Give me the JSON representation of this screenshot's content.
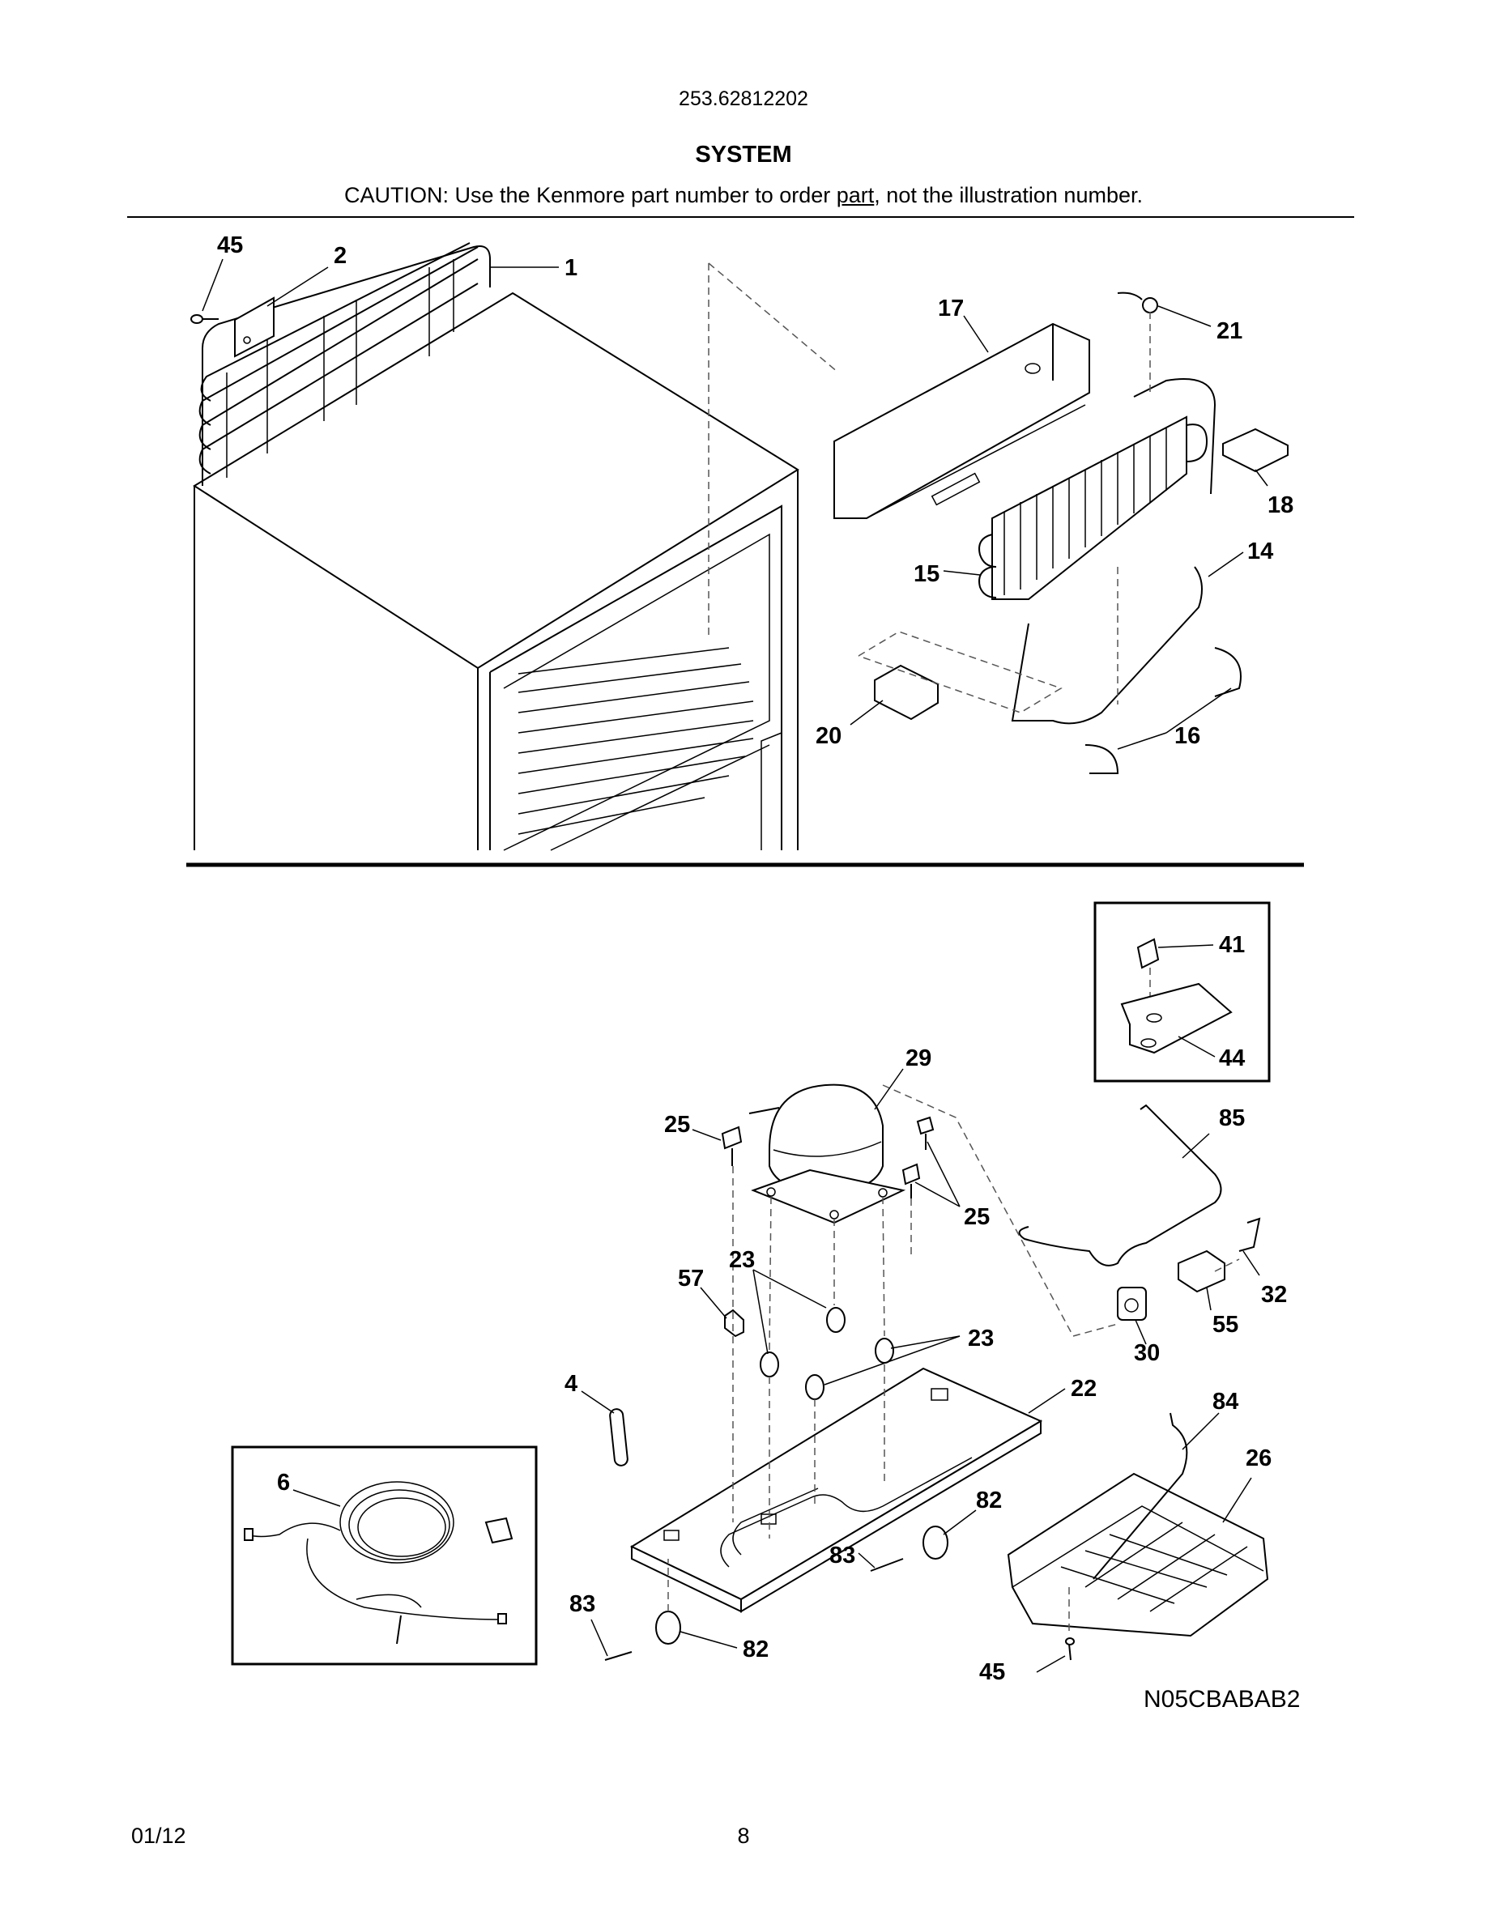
{
  "header": {
    "model_number": "253.62812202",
    "section_title": "SYSTEM",
    "caution_prefix": "CAUTION: Use the Kenmore part number to order ",
    "caution_underlined": "part",
    "caution_suffix": ", not the illustration number."
  },
  "callouts": {
    "c45a": "45",
    "c2": "2",
    "c1": "1",
    "c17": "17",
    "c21": "21",
    "c18": "18",
    "c14": "14",
    "c15": "15",
    "c20": "20",
    "c16": "16",
    "c41": "41",
    "c44": "44",
    "c29": "29",
    "c85": "85",
    "c25a": "25",
    "c25b": "25",
    "c23a": "23",
    "c57": "57",
    "c23b": "23",
    "c22": "22",
    "c4": "4",
    "c84": "84",
    "c26": "26",
    "c6": "6",
    "c82a": "82",
    "c83a": "83",
    "c83b": "83",
    "c82b": "82",
    "c45b": "45",
    "c32": "32",
    "c55": "55",
    "c30": "30"
  },
  "diagram_code": "N05CBABAB2",
  "footer": {
    "date": "01/12",
    "page": "8"
  }
}
